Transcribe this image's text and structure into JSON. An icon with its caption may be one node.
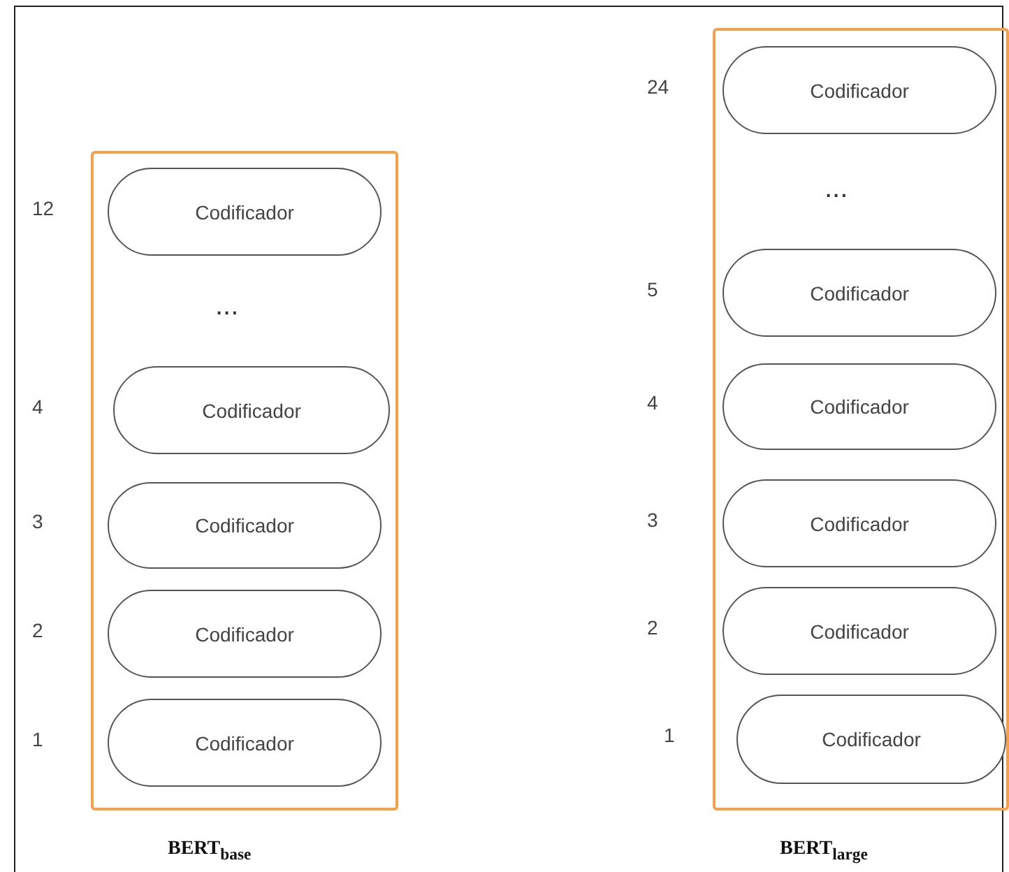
{
  "diagram": {
    "nodes": [
      {
        "text": [
          "BERT$_{base}$"
        ]
      },
      {
        "text": [
          "Codificador"
        ],
        "beside": [
          "12"
        ],
        "in": 0
      },
      {
        "text": [
          "Codificador"
        ],
        "beside": [
          "4"
        ],
        "in": 0
      },
      {
        "text": [
          "Codificador"
        ],
        "beside": [
          "3"
        ],
        "in": 0
      },
      {
        "text": [
          "Codificador"
        ],
        "beside": [
          "2"
        ],
        "in": 0
      },
      {
        "text": [
          "Codificador"
        ],
        "beside": [
          "1"
        ],
        "in": 0
      },
      {
        "text": [
          "BERT$_{large}$"
        ]
      },
      {
        "text": [
          "Codificador"
        ],
        "beside": [
          "24"
        ],
        "in": 6
      },
      {
        "text": [
          "Codificador"
        ],
        "beside": [
          "5"
        ],
        "in": 6
      },
      {
        "text": [
          "Codificador"
        ],
        "beside": [
          "4"
        ],
        "in": 6
      },
      {
        "text": [
          "Codificador"
        ],
        "beside": [
          "3"
        ],
        "in": 6
      },
      {
        "text": [
          "Codificador"
        ],
        "beside": [
          "2"
        ],
        "in": 6
      },
      {
        "text": [
          "Codificador"
        ],
        "beside": [
          "1"
        ],
        "in": 6
      }
    ],
    "edges": [],
    "labels": [
      "...",
      "..."
    ]
  }
}
